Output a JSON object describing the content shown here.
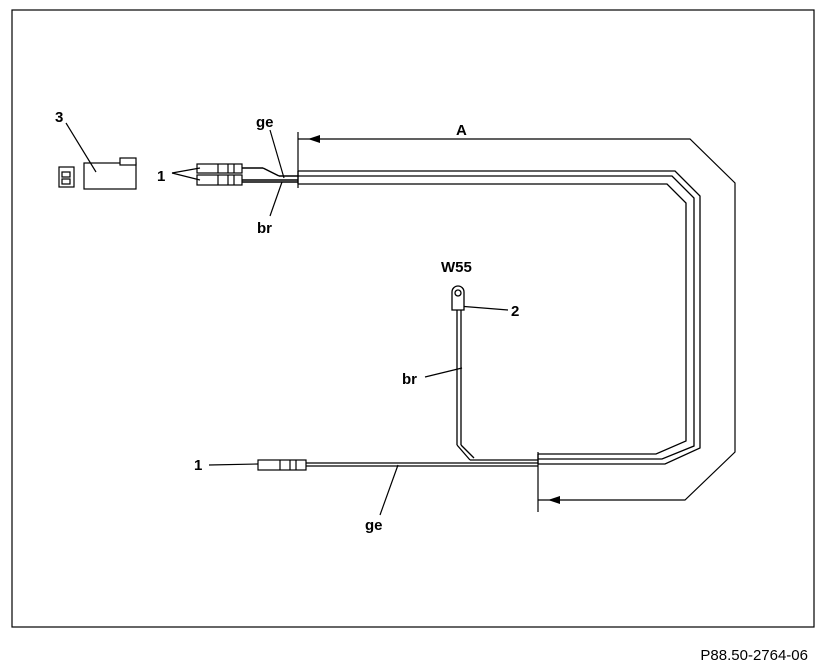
{
  "labels": {
    "part3": "3",
    "part1_top": "1",
    "part1_bottom": "1",
    "part2": "2",
    "wire_ge_top": "ge",
    "wire_br_top": "br",
    "wire_br_mid": "br",
    "wire_ge_bottom": "ge",
    "ground_point": "W55",
    "dimension": "A"
  },
  "reference": "P88.50-2764-06"
}
